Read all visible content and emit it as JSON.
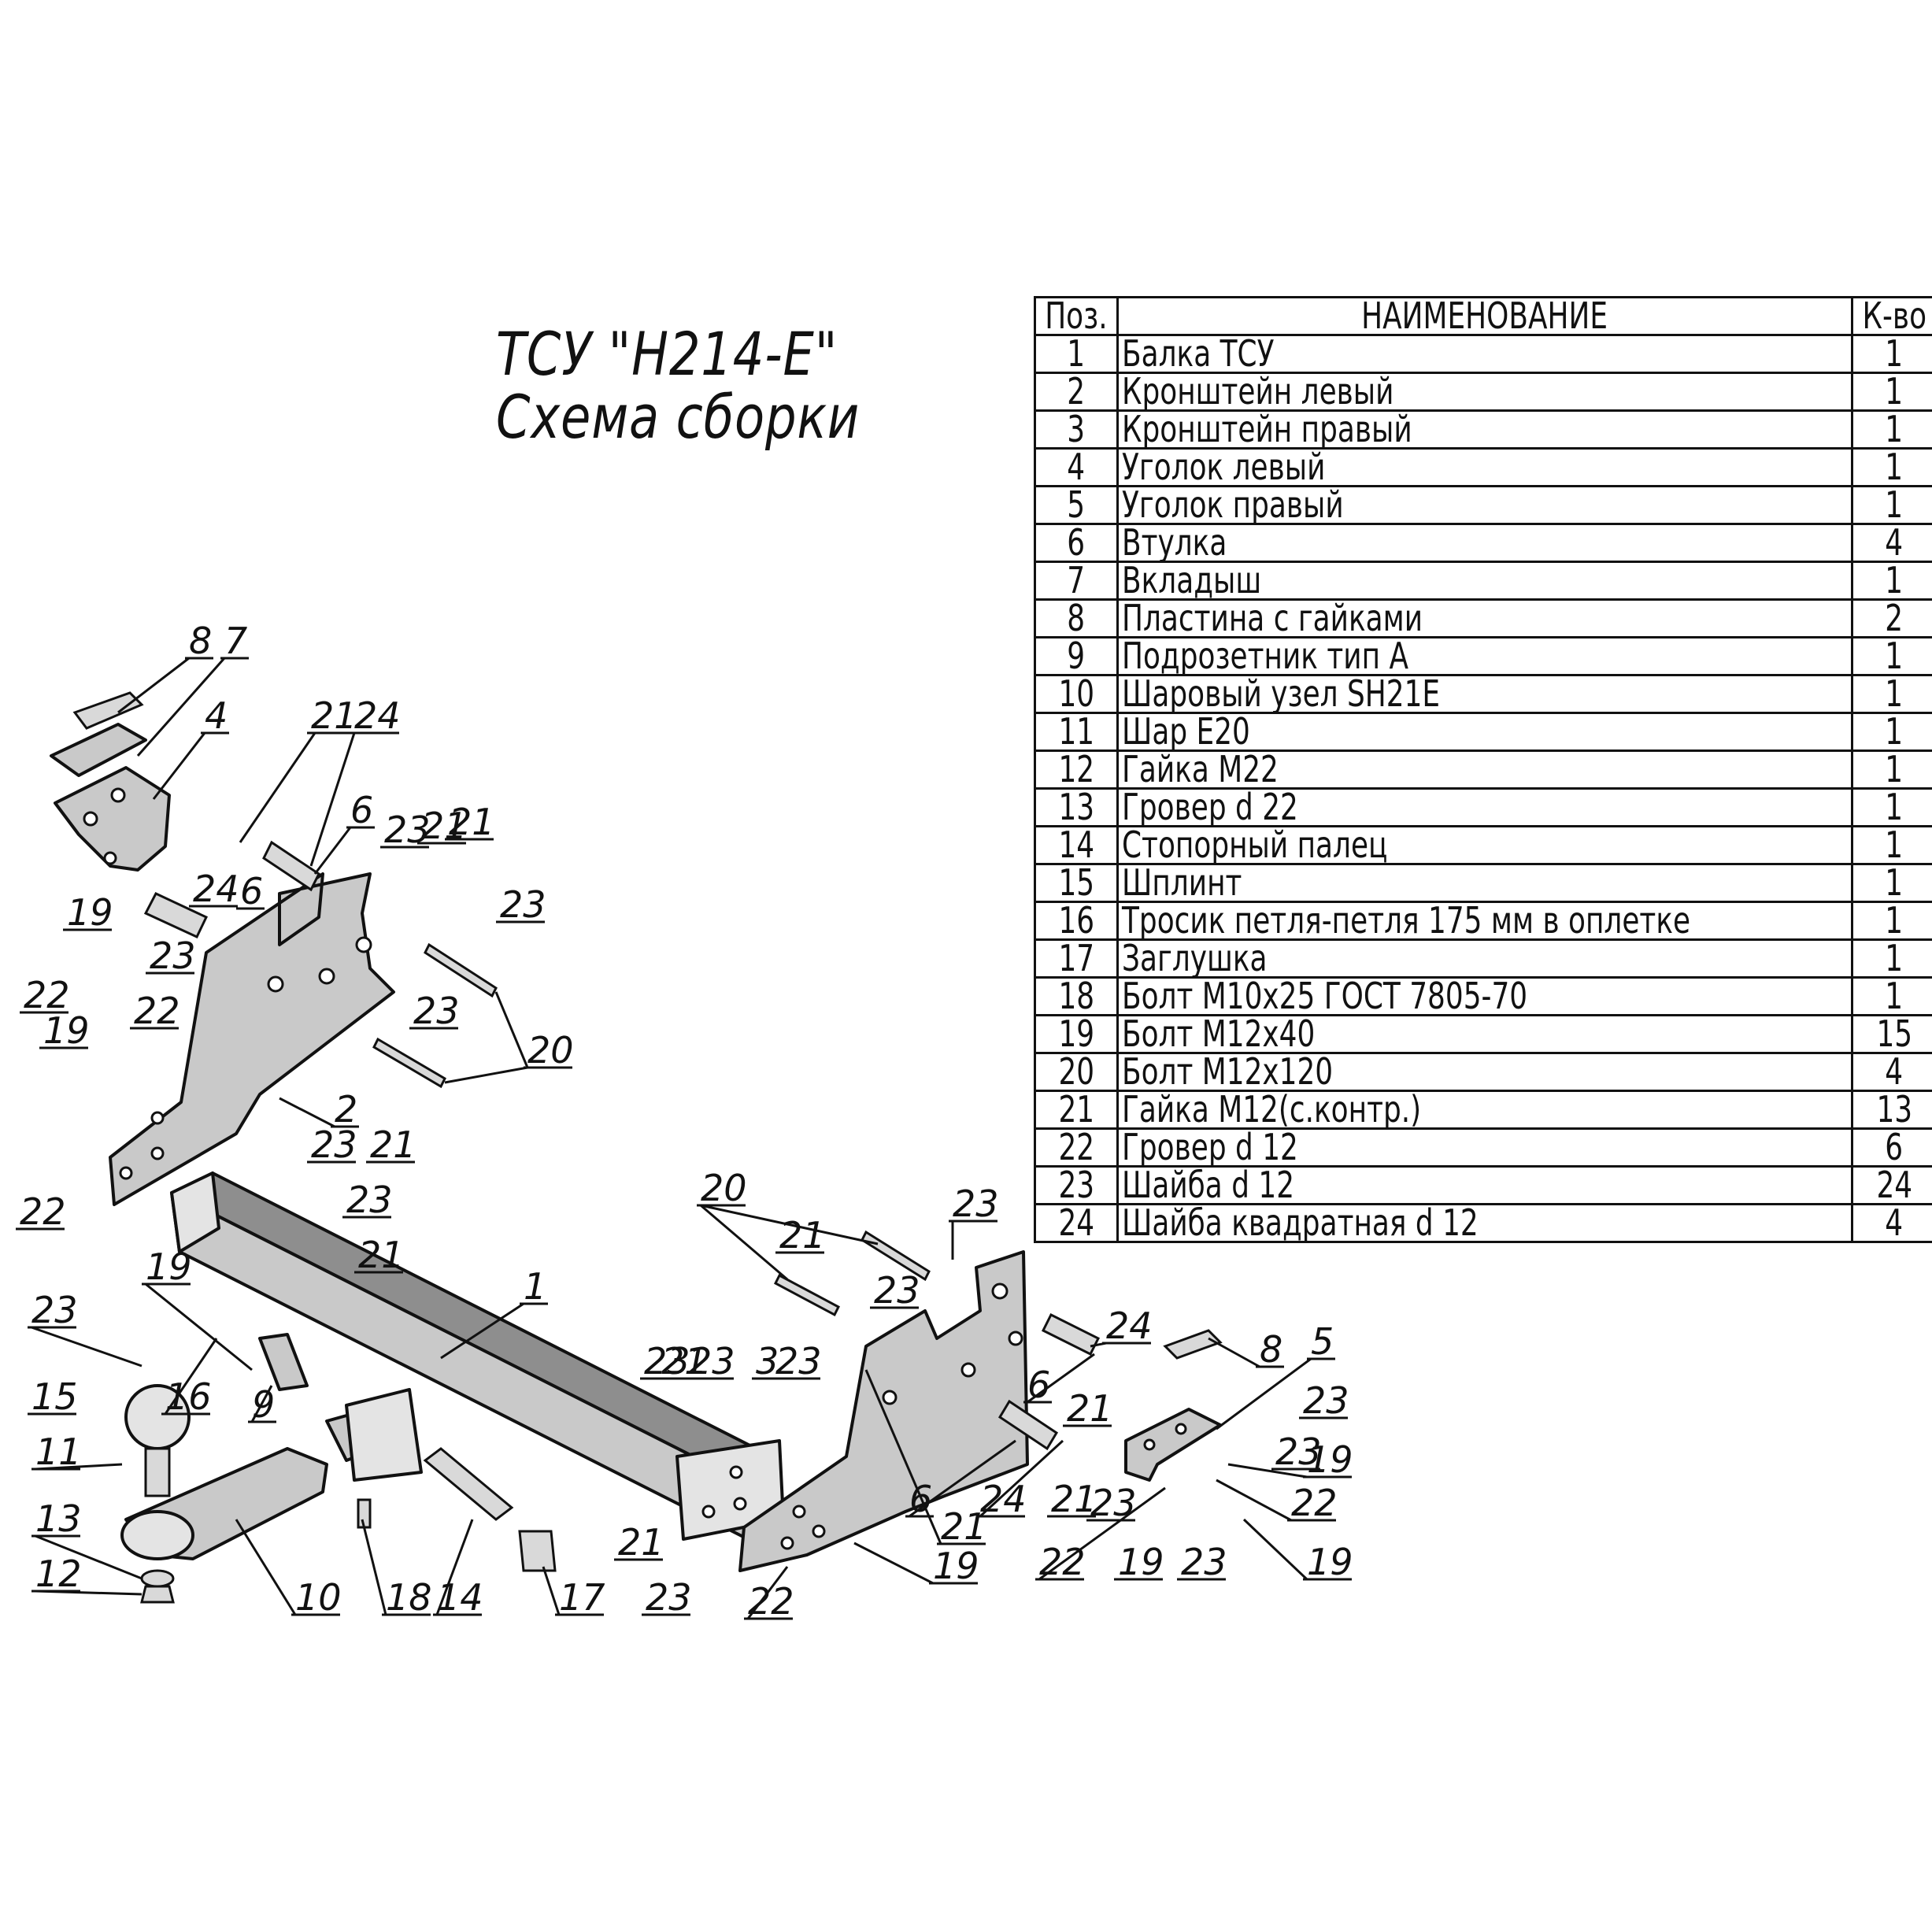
{
  "title": {
    "line1": "ТСУ \"H214-E\"",
    "line2": "Схема сборки"
  },
  "table": {
    "headers": {
      "pos": "Поз.",
      "name": "НАИМЕНОВАНИЕ",
      "qty": "К-во"
    },
    "rows": [
      {
        "pos": "1",
        "name": "Балка ТСУ",
        "qty": "1"
      },
      {
        "pos": "2",
        "name": "Кронштейн левый",
        "qty": "1"
      },
      {
        "pos": "3",
        "name": "Кронштейн правый",
        "qty": "1"
      },
      {
        "pos": "4",
        "name": "Уголок левый",
        "qty": "1"
      },
      {
        "pos": "5",
        "name": "Уголок правый",
        "qty": "1"
      },
      {
        "pos": "6",
        "name": "Втулка",
        "qty": "4"
      },
      {
        "pos": "7",
        "name": "Вкладыш",
        "qty": "1"
      },
      {
        "pos": "8",
        "name": "Пластина с гайками",
        "qty": "2"
      },
      {
        "pos": "9",
        "name": "Подрозетник тип А",
        "qty": "1"
      },
      {
        "pos": "10",
        "name": "Шаровый узел SH21E",
        "qty": "1"
      },
      {
        "pos": "11",
        "name": "Шар E20",
        "qty": "1"
      },
      {
        "pos": "12",
        "name": "Гайка М22",
        "qty": "1"
      },
      {
        "pos": "13",
        "name": "Гровер d 22",
        "qty": "1"
      },
      {
        "pos": "14",
        "name": "Стопорный палец",
        "qty": "1"
      },
      {
        "pos": "15",
        "name": "Шплинт",
        "qty": "1"
      },
      {
        "pos": "16",
        "name": "Тросик петля-петля 175 мм в оплетке",
        "qty": "1"
      },
      {
        "pos": "17",
        "name": "Заглушка",
        "qty": "1"
      },
      {
        "pos": "18",
        "name": "Болт М10х25 ГОСТ 7805-70",
        "qty": "1"
      },
      {
        "pos": "19",
        "name": "Болт М12х40",
        "qty": "15"
      },
      {
        "pos": "20",
        "name": "Болт М12х120",
        "qty": "4"
      },
      {
        "pos": "21",
        "name": "Гайка М12(с.контр.)",
        "qty": "13"
      },
      {
        "pos": "22",
        "name": "Гровер d 12",
        "qty": "6"
      },
      {
        "pos": "23",
        "name": "Шайба d 12",
        "qty": "24"
      },
      {
        "pos": "24",
        "name": "Шайба квадратная d 12",
        "qty": "4"
      }
    ]
  },
  "callouts": [
    "8",
    "7",
    "4",
    "21",
    "24",
    "6",
    "23",
    "21",
    "23",
    "21",
    "19",
    "24",
    "6",
    "23",
    "22",
    "22",
    "19",
    "23",
    "20",
    "2",
    "22",
    "23",
    "21",
    "23",
    "21",
    "19",
    "23",
    "15",
    "16",
    "9",
    "11",
    "13",
    "12",
    "10",
    "18",
    "14",
    "17",
    "1",
    "21",
    "23",
    "21",
    "23",
    "3",
    "23",
    "21",
    "23",
    "20",
    "21",
    "23",
    "23",
    "6",
    "24",
    "8",
    "5",
    "21",
    "23",
    "23",
    "6",
    "24",
    "21",
    "23",
    "19",
    "22",
    "22",
    "19",
    "23",
    "19",
    "19",
    "22"
  ],
  "colors": {
    "line": "#111111",
    "part_fill": "#c9c9c9",
    "dark_fill": "#8e8e8e",
    "background": "#ffffff"
  }
}
